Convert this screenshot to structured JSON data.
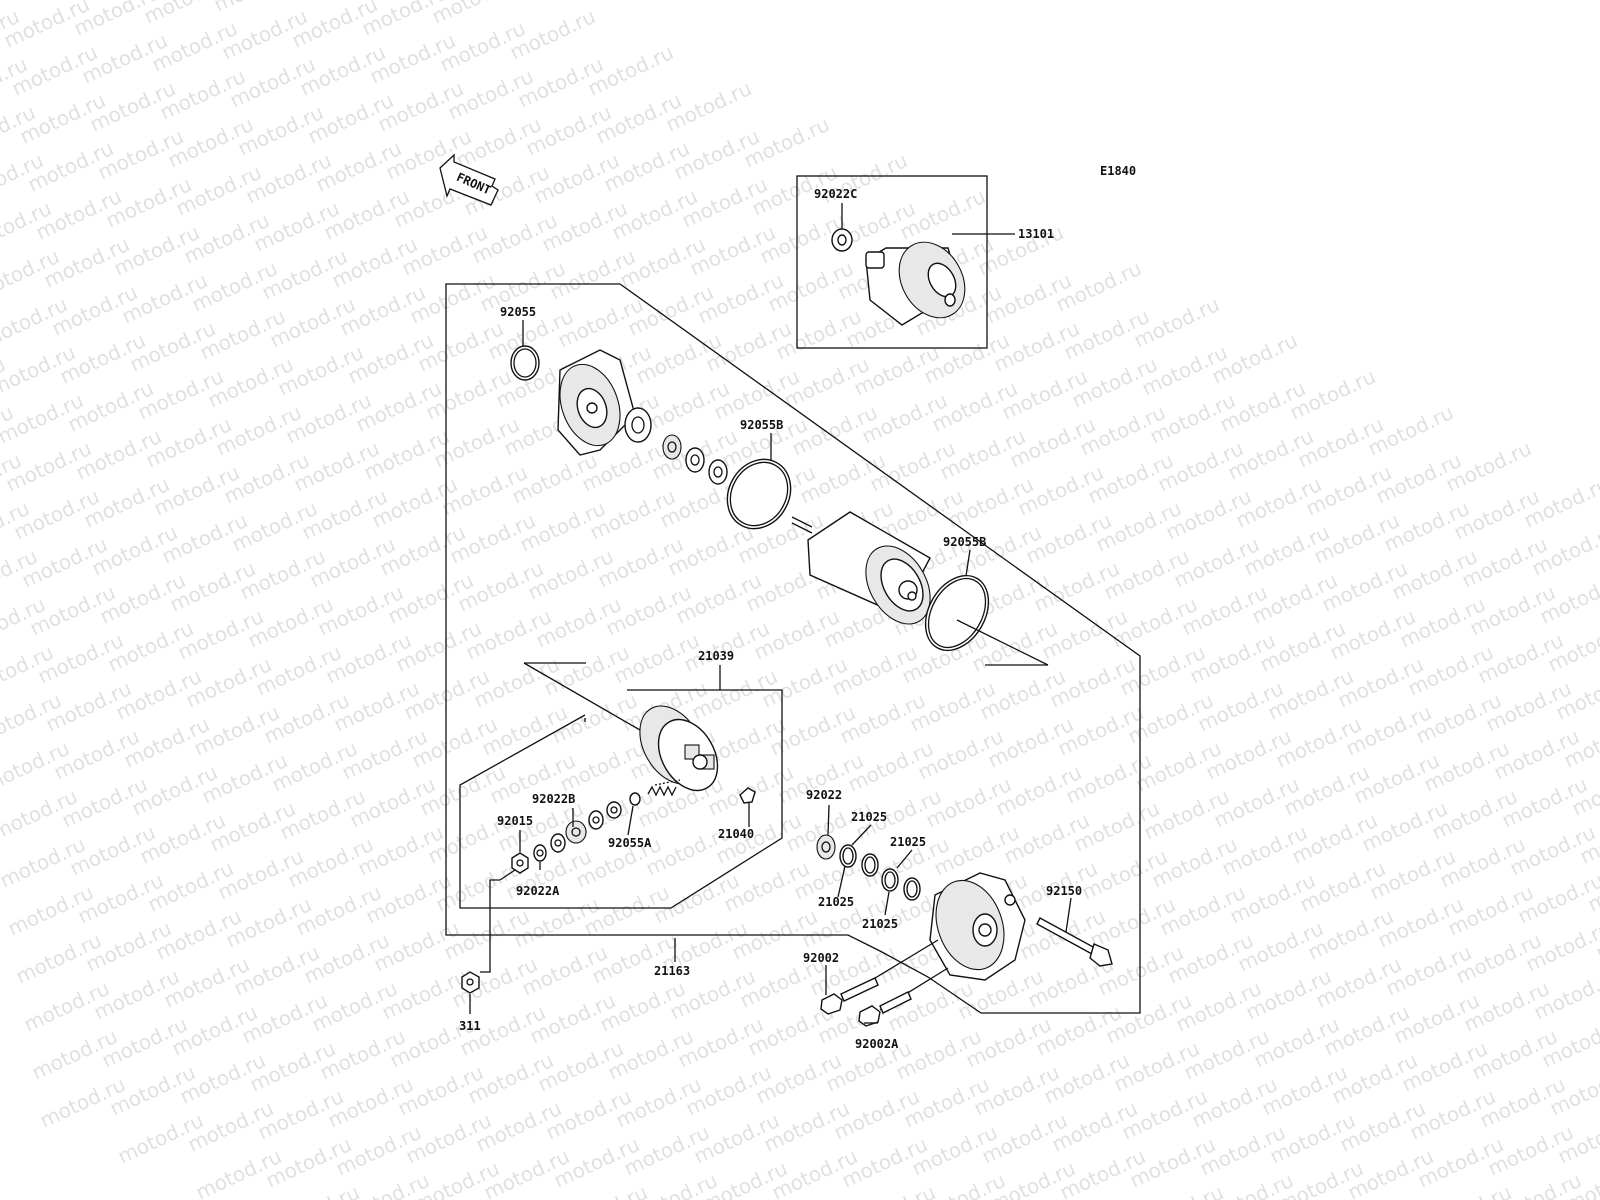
{
  "watermark": "motod.ru",
  "front_label": "FRONT",
  "drawing_code": "E1840",
  "callouts": {
    "p13101": "13101",
    "p92022C": "92022C",
    "p92055": "92055",
    "p92055B_top": "92055B",
    "p92055B_right": "92055B",
    "p21039": "21039",
    "p92022B": "92022B",
    "p92015": "92015",
    "p92055A": "92055A",
    "p21040": "21040",
    "p92022A": "92022A",
    "p92022": "92022",
    "p21025_a": "21025",
    "p21025_b": "21025",
    "p21025_c": "21025",
    "p21025_d": "21025",
    "p92150": "92150",
    "p21163": "21163",
    "p92002": "92002",
    "p92002A": "92002A",
    "p311": "311"
  }
}
